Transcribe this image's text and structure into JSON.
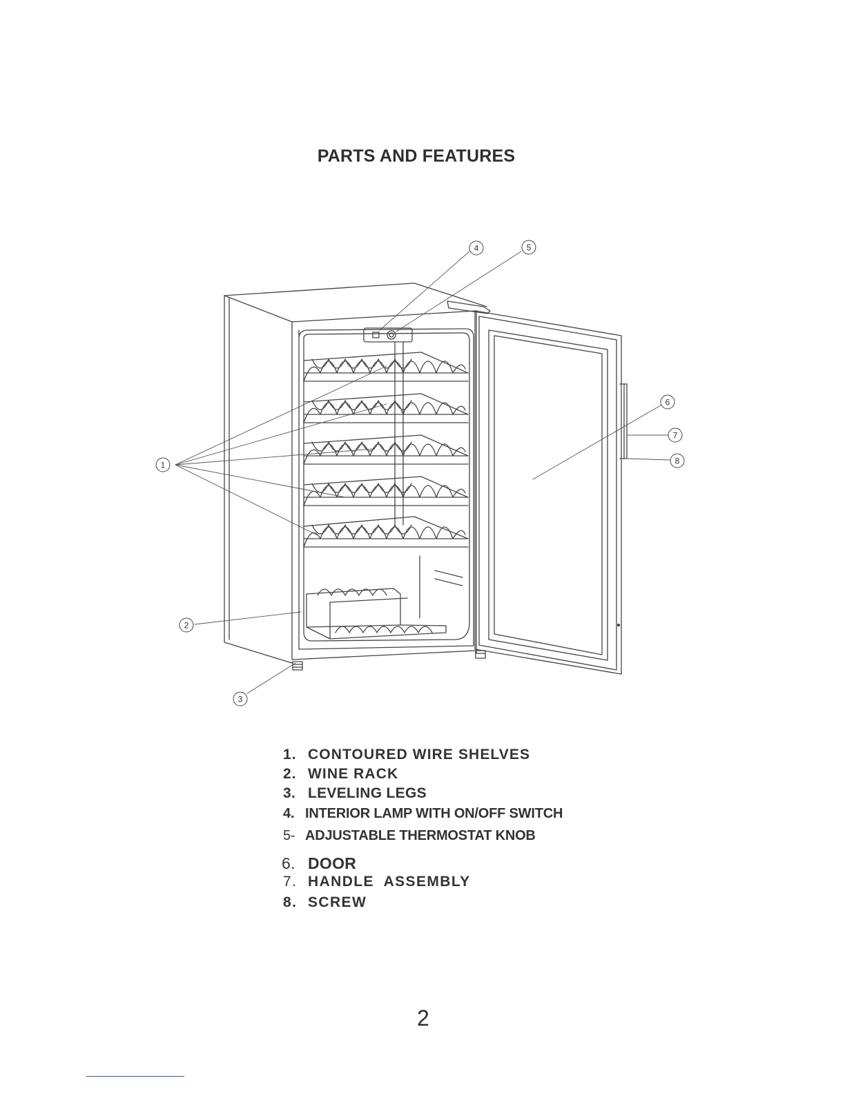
{
  "page": {
    "title": "PARTS AND FEATURES",
    "page_number": "2"
  },
  "callouts": [
    "1",
    "2",
    "3",
    "4",
    "5",
    "6",
    "7",
    "8"
  ],
  "legend": [
    {
      "number": "1.",
      "label": "CONTOURED WIRE SHELVES"
    },
    {
      "number": "2.",
      "label": "WINE RACK"
    },
    {
      "number": "3.",
      "label": "LEVELING LEGS"
    },
    {
      "number": "4.",
      "label": "INTERIOR LAMP WITH ON/OFF SWITCH"
    },
    {
      "number": "5-",
      "label": "ADJUSTABLE THERMOSTAT KNOB"
    },
    {
      "number": "6.",
      "label": "DOOR"
    },
    {
      "number": "7.",
      "label": "HANDLE  ASSEMBLY"
    },
    {
      "number": "8.",
      "label": "SCREW"
    }
  ]
}
